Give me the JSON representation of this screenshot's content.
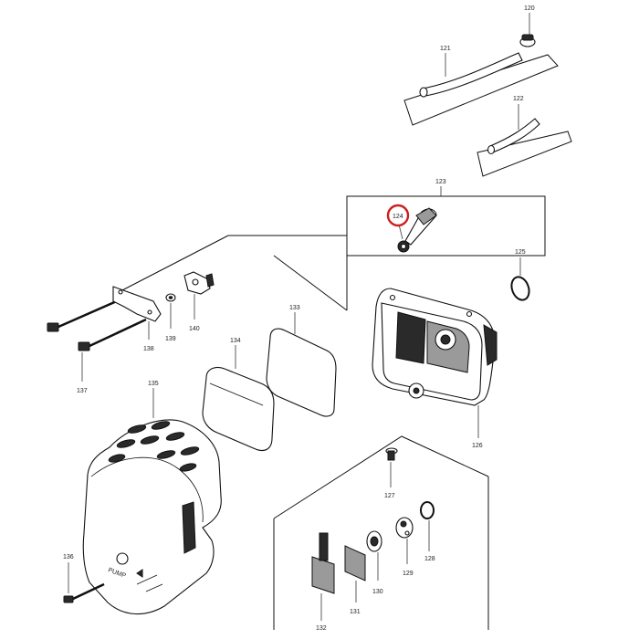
{
  "diagram": {
    "part_labels": {
      "p120": "120",
      "p121": "121",
      "p122": "122",
      "p123": "123",
      "p124": "124",
      "p125": "125",
      "p126": "126",
      "p127": "127",
      "p128": "128",
      "p129": "129",
      "p130": "130",
      "p131": "131",
      "p132": "132",
      "p133": "133",
      "p134": "134",
      "p135": "135",
      "p136": "136",
      "p137": "137",
      "p138": "138",
      "p139": "139",
      "p140": "140"
    },
    "cover_text": "PUMP",
    "highlighted_part": "124",
    "highlight_color": "#cc1f1f"
  }
}
